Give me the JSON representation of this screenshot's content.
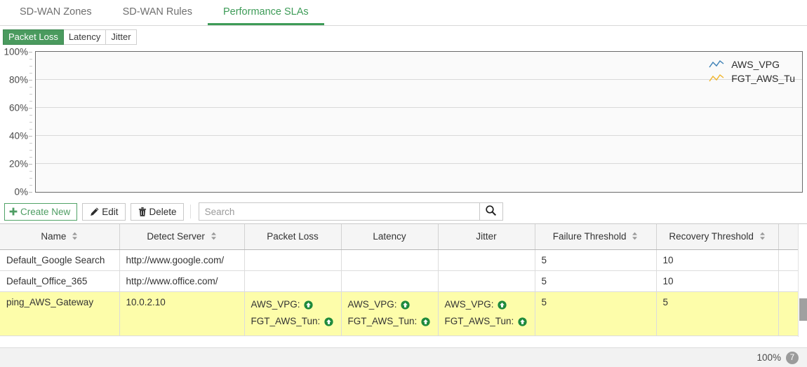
{
  "tabs": [
    {
      "label": "SD-WAN Zones",
      "active": false
    },
    {
      "label": "SD-WAN Rules",
      "active": false
    },
    {
      "label": "Performance SLAs",
      "active": true
    }
  ],
  "subtabs": [
    {
      "label": "Packet Loss",
      "active": true
    },
    {
      "label": "Latency",
      "active": false
    },
    {
      "label": "Jitter",
      "active": false
    }
  ],
  "chart_data": {
    "type": "line",
    "title": "",
    "xlabel": "",
    "ylabel": "",
    "ylim": [
      0,
      100
    ],
    "ytick_labels": [
      "100%",
      "80%",
      "60%",
      "40%",
      "20%",
      "0%"
    ],
    "ytick_values": [
      100,
      80,
      60,
      40,
      20,
      0
    ],
    "grid": true,
    "legend_position": "top-right",
    "series": [
      {
        "name": "AWS_VPG",
        "color": "#3b7fb5",
        "values": []
      },
      {
        "name": "FGT_AWS_Tu",
        "color": "#f0b429",
        "values": []
      }
    ]
  },
  "toolbar": {
    "create_label": "Create New",
    "edit_label": "Edit",
    "delete_label": "Delete",
    "search_placeholder": "Search",
    "search_value": ""
  },
  "table": {
    "columns": [
      {
        "label": "Name",
        "sortable": true
      },
      {
        "label": "Detect Server",
        "sortable": true
      },
      {
        "label": "Packet Loss",
        "sortable": false
      },
      {
        "label": "Latency",
        "sortable": false
      },
      {
        "label": "Jitter",
        "sortable": false
      },
      {
        "label": "Failure Threshold",
        "sortable": true
      },
      {
        "label": "Recovery Threshold",
        "sortable": true
      },
      {
        "label": "",
        "sortable": false
      }
    ],
    "rows": [
      {
        "selected": false,
        "name": "Default_Google Search",
        "detect_server": "http://www.google.com/",
        "packet_loss": [],
        "latency": [],
        "jitter": [],
        "failure_threshold": "5",
        "recovery_threshold": "10"
      },
      {
        "selected": false,
        "name": "Default_Office_365",
        "detect_server": "http://www.office.com/",
        "packet_loss": [],
        "latency": [],
        "jitter": [],
        "failure_threshold": "5",
        "recovery_threshold": "10"
      },
      {
        "selected": true,
        "name": "ping_AWS_Gateway",
        "detect_server": "10.0.2.10",
        "packet_loss": [
          "AWS_VPG:",
          "FGT_AWS_Tun:"
        ],
        "latency": [
          "AWS_VPG:",
          "FGT_AWS_Tun:"
        ],
        "jitter": [
          "AWS_VPG:",
          "FGT_AWS_Tun:"
        ],
        "failure_threshold": "5",
        "recovery_threshold": "5"
      }
    ]
  },
  "statusbar": {
    "zoom": "100%",
    "count": "7"
  },
  "colors": {
    "accent_green": "#4a9a5e",
    "tab_green": "#3d9b57",
    "selected_row": "#fdfdaa",
    "status_up": "#1e8a3c"
  }
}
